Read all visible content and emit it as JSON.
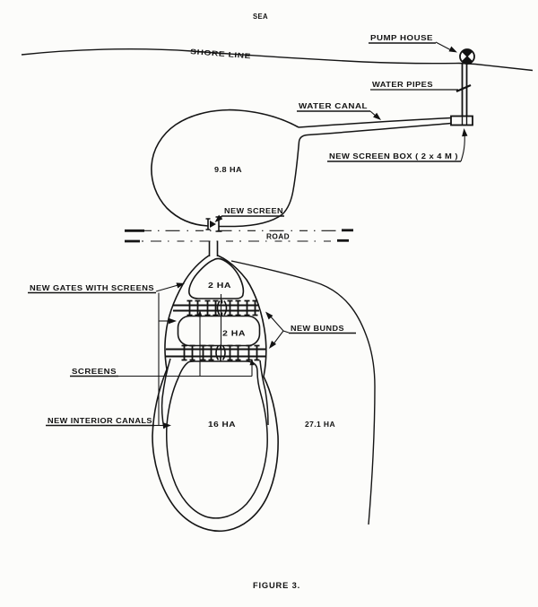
{
  "labels": {
    "sea": "SEA",
    "shore_line": "SHORE LINE",
    "pump_house": "PUMP HOUSE",
    "water_pipes": "WATER PIPES",
    "water_canal": "WATER CANAL",
    "new_screen_box": "NEW SCREEN BOX ( 2 x 4 M )",
    "new_screen": "NEW SCREEN",
    "road": "ROAD",
    "new_gates_with_screens": "NEW GATES WITH SCREENS",
    "new_bunds": "NEW BUNDS",
    "screens": "SCREENS",
    "new_interior_canals": "NEW INTERIOR CANALS"
  },
  "areas": {
    "sea_side_pond": "9.8 HA",
    "upper_pond": "2 HA",
    "middle_pond": "2 HA",
    "lagoon": "16 HA",
    "adjacent_area": "27.1 HA"
  },
  "figure": {
    "caption": "FIGURE 3."
  }
}
